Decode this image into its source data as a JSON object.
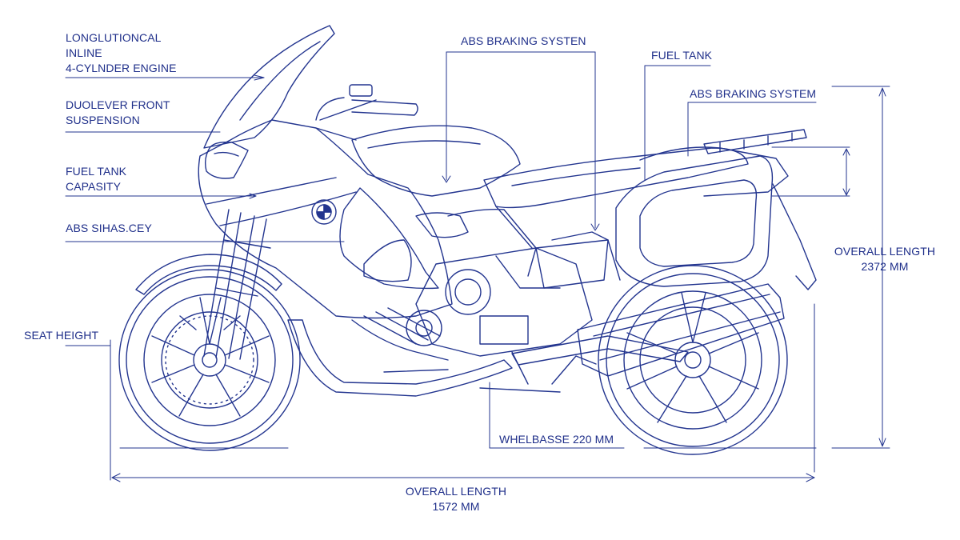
{
  "labels": {
    "engine": [
      "LONGLUTIONCAL",
      "INLINE",
      "4-CYLNDER ENGINE"
    ],
    "front_suspension": [
      "DUOLEVER FRONT",
      "SUSPENSION"
    ],
    "fuel_capacity": [
      "FUEL TANK",
      "CAPASITY"
    ],
    "abs_chassis": "ABS SIHAS.CEY",
    "seat_height": "SEAT HEIGHT",
    "abs_top": "ABS BRAKING SYSTEN",
    "fuel_tank": "FUEL TANK",
    "abs_right": "ABS BRAKING SYSTEM",
    "overall_length_right": [
      "OVERALL LENGTH",
      "2372 MM"
    ],
    "wheelbase": "WHELBASSE  220 MM",
    "overall_length_bottom": [
      "OVERALL LENGTH",
      "1572 MM"
    ]
  },
  "colors": {
    "line": "#23358f",
    "background": "#ffffff"
  }
}
